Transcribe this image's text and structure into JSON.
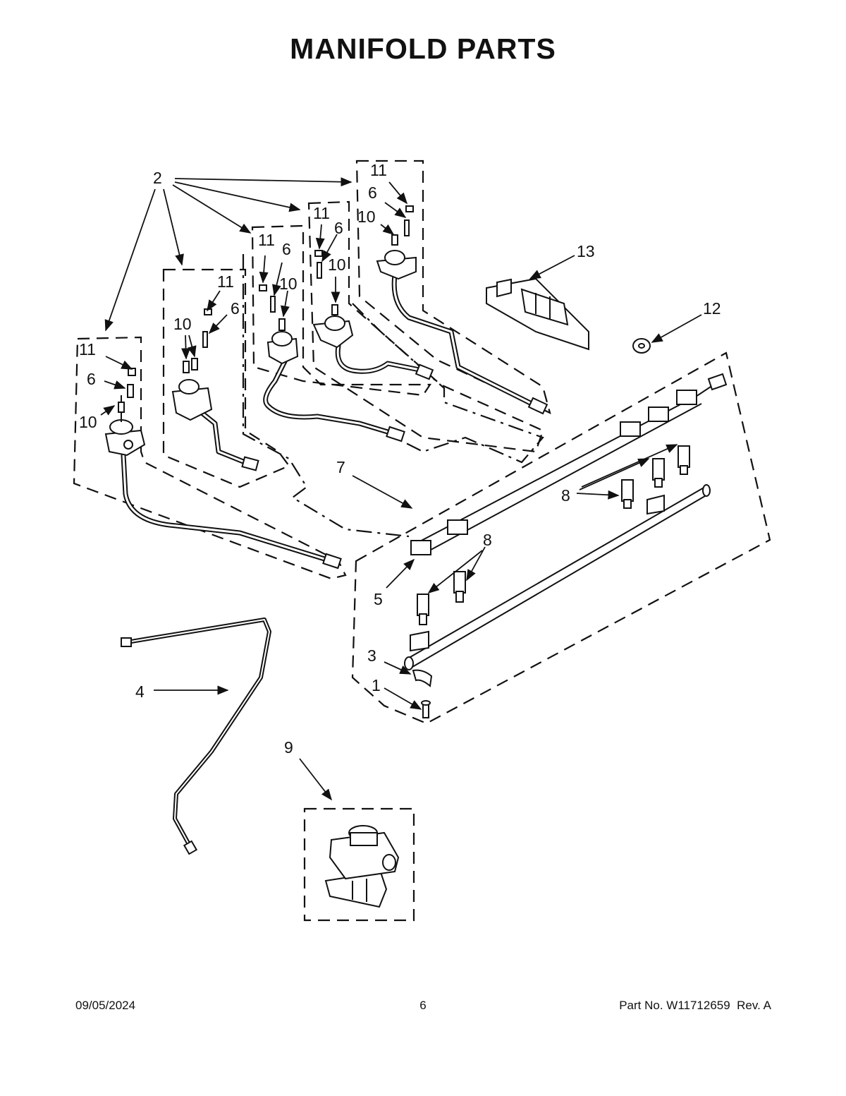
{
  "page": {
    "title": "MANIFOLD PARTS",
    "footer": {
      "date": "09/05/2024",
      "page_number": "6",
      "part_no_label": "Part No.",
      "part_no": "W11712659",
      "rev_label": "Rev.",
      "rev": "A"
    }
  },
  "callouts": {
    "c2": "2",
    "c11_left": "11",
    "c6_left": "6",
    "c10_left": "10",
    "c11_b": "11",
    "c10_b": "10",
    "c6_b": "6",
    "c11_c": "11",
    "c6_c": "6",
    "c10_c": "10",
    "c11_d": "11",
    "c6_d": "6",
    "c10_d": "10",
    "c11_e": "11",
    "c6_e": "6",
    "c10_e": "10",
    "c13": "13",
    "c12": "12",
    "c7": "7",
    "c8_right": "8",
    "c8_left": "8",
    "c5": "5",
    "c3": "3",
    "c1": "1",
    "c4": "4",
    "c9": "9"
  }
}
